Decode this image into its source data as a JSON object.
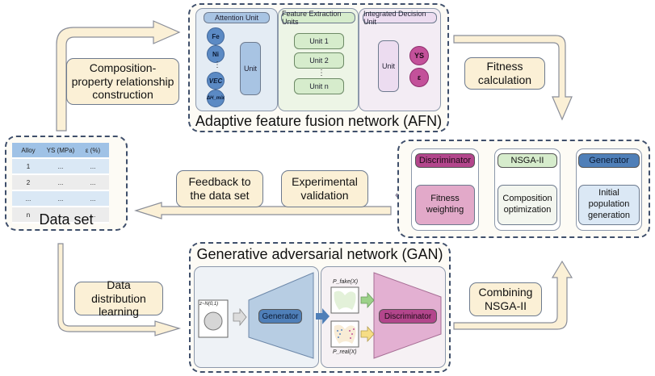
{
  "afn": {
    "title": "Adaptive feature fusion network (AFN)",
    "attention_unit": {
      "header": "Attention Unit",
      "inputs": [
        "Fe",
        "Ni",
        "VEC",
        "ΔH_mix"
      ],
      "ellipsis": "⋮",
      "unit_label": "Unit"
    },
    "feature_extraction": {
      "header": "Feature Extraction Units",
      "units": [
        "Unit 1",
        "Unit 2",
        "Unit n"
      ],
      "ellipsis": "⋮"
    },
    "integrated_decision": {
      "header": "Integrated Decision Unit",
      "unit_label": "Unit",
      "outputs": [
        "YS",
        "ε"
      ]
    }
  },
  "dataset": {
    "title": "Data set",
    "columns": [
      "Alloy",
      "YS (MPa)",
      "ε (%)"
    ],
    "rows": [
      [
        "1",
        "...",
        "..."
      ],
      [
        "2",
        "...",
        "..."
      ],
      [
        "...",
        "...",
        "..."
      ],
      [
        "n",
        "...",
        "..."
      ]
    ]
  },
  "flow_labels": {
    "composition_property": "Composition-property relationship construction",
    "fitness_calculation": "Fitness calculation",
    "feedback": "Feedback to the data set",
    "experimental_validation": "Experimental validation",
    "data_distribution": "Data distribution learning",
    "combining_nsga": "Combining NSGA-II"
  },
  "optimization": {
    "generator": {
      "header": "Generator",
      "body": "Initial population generation"
    },
    "nsga": {
      "header": "NSGA-II",
      "body": "Composition optimization"
    },
    "discriminator": {
      "header": "Discriminator",
      "body": "Fitness weighting"
    }
  },
  "gan": {
    "title": "Generative adversarial network (GAN)",
    "noise_label": "z~N(0,1)",
    "generator_label": "Generator",
    "discriminator_label": "Discriminator",
    "p_fake_label": "P_fake(X)",
    "p_real_label": "P_real(X)"
  },
  "colors": {
    "arrow_fill": "#fbf0d6",
    "arrow_stroke": "#8a8e99",
    "blue": "#5b8ac4",
    "green": "#d6eccc",
    "pink": "#c3519a",
    "dash": "#3f4f6b"
  }
}
